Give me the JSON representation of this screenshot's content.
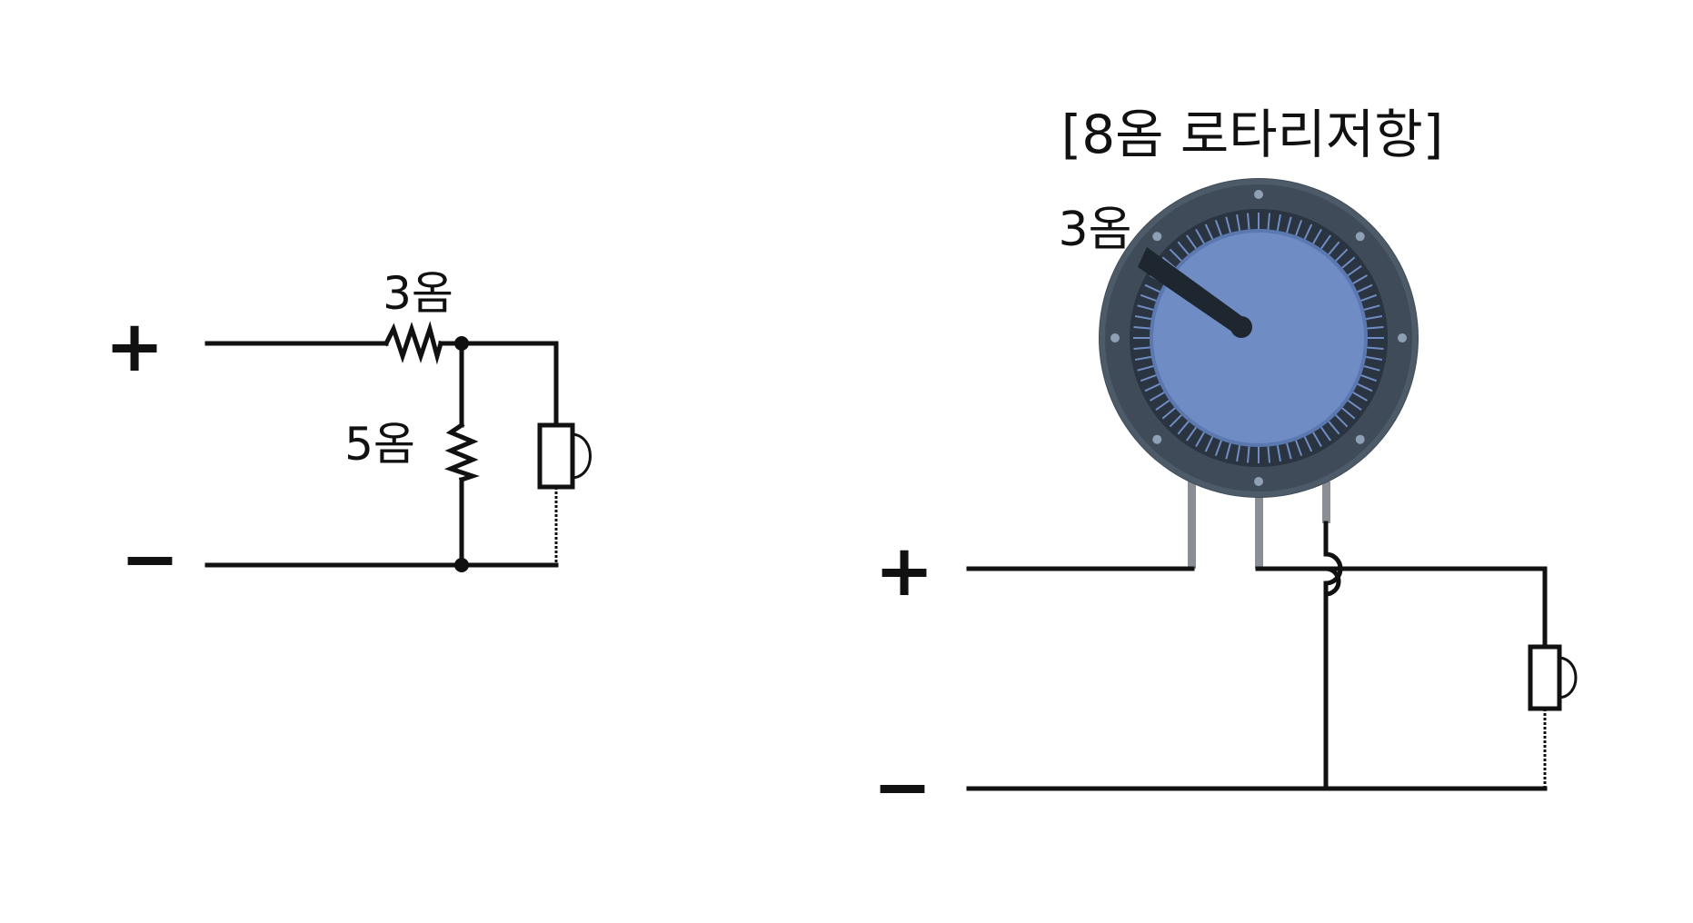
{
  "left_circuit": {
    "plus_label": "+",
    "minus_label": "−",
    "series_resistor_label": "3옴",
    "shunt_resistor_label": "5옴"
  },
  "right_circuit": {
    "title": "[8옴 로타리저항]",
    "knob_label": "3옴",
    "plus_label": "+",
    "minus_label": "−"
  },
  "colors": {
    "wire": "#111111",
    "knob_rim": "#3f4b58",
    "knob_face": "#6f8dc4",
    "knob_ticks": "#2b3542",
    "pointer": "#1e2630",
    "pins": "#8a8f96"
  }
}
